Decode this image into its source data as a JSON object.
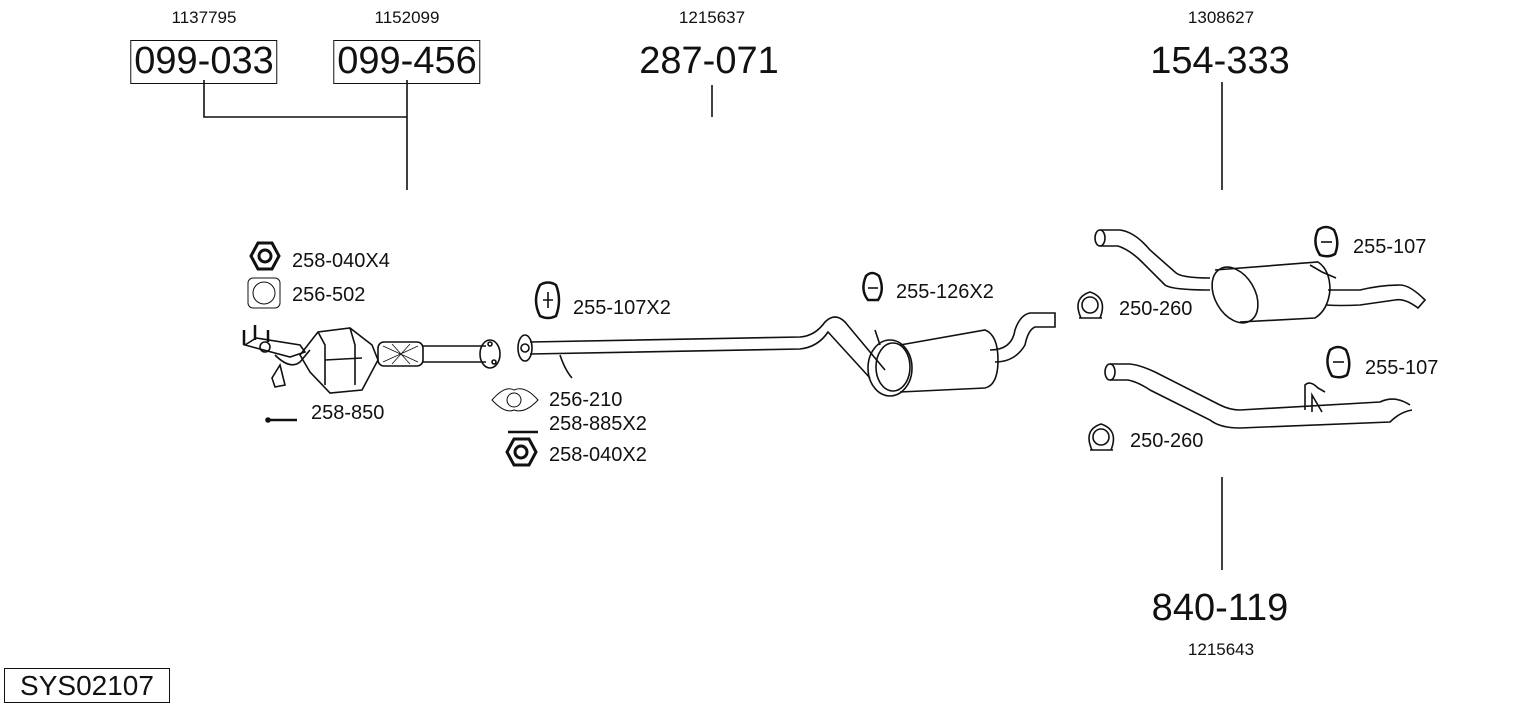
{
  "groups": [
    {
      "ref": "1137795",
      "part": "099-033"
    },
    {
      "ref": "1152099",
      "part": "099-456"
    },
    {
      "ref": "1215637",
      "part": "287-071"
    },
    {
      "ref": "1308627",
      "part": "154-333"
    },
    {
      "ref": "1215643",
      "part": "840-119"
    }
  ],
  "accessories": [
    {
      "label": "258-040X4",
      "icon": "nut-icon"
    },
    {
      "label": "256-502",
      "icon": "gasket-icon"
    },
    {
      "label": "258-850",
      "icon": "bolt-icon"
    },
    {
      "label": "255-107X2",
      "icon": "rubber-hanger-icon"
    },
    {
      "label": "256-210",
      "icon": "gasket-icon"
    },
    {
      "label": "258-885X2",
      "icon": "bolt-icon"
    },
    {
      "label": "258-040X2",
      "icon": "nut-icon"
    },
    {
      "label": "255-126X2",
      "icon": "rubber-hanger-icon"
    },
    {
      "label": "250-260",
      "icon": "clamp-icon"
    },
    {
      "label": "255-107",
      "icon": "rubber-hanger-icon"
    },
    {
      "label": "255-107",
      "icon": "rubber-hanger-icon"
    },
    {
      "label": "250-260",
      "icon": "clamp-icon"
    }
  ],
  "system_id": "SYS02107"
}
